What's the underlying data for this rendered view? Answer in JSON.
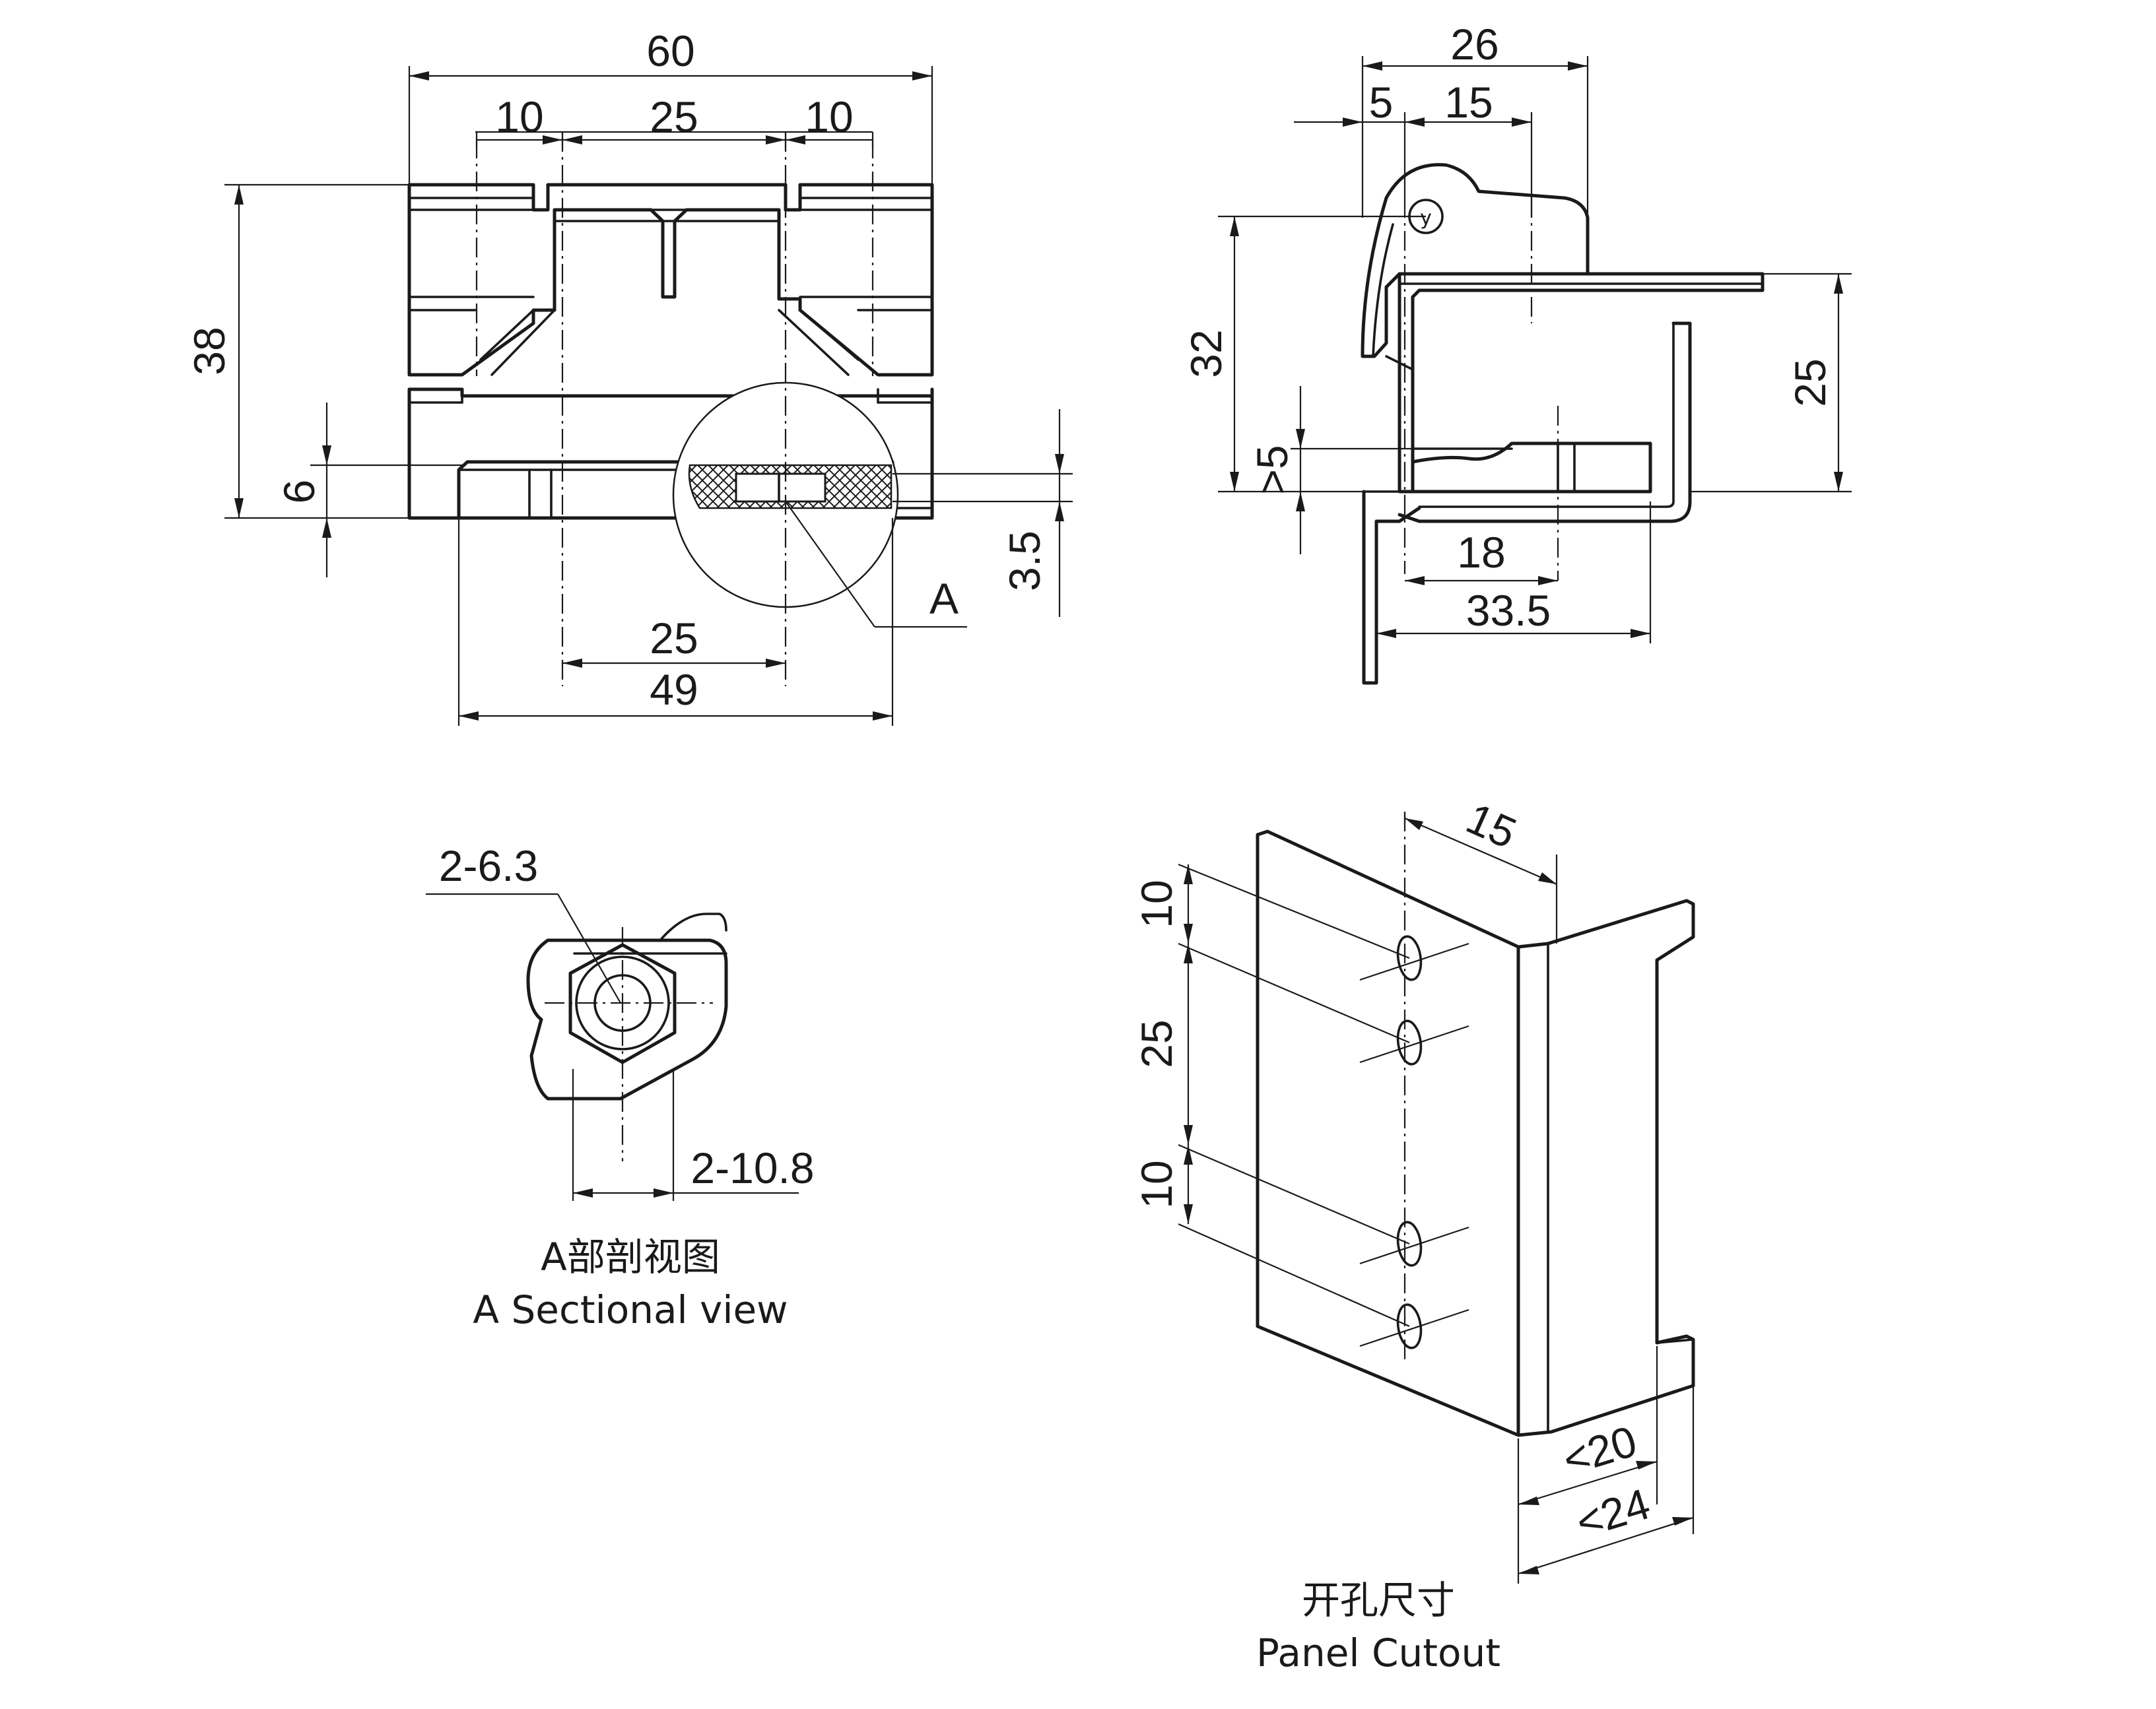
{
  "front_view": {
    "dims": {
      "d60": "60",
      "d10a": "10",
      "d25top": "25",
      "d10b": "10",
      "d38": "38",
      "d6": "6",
      "d3_5": "3.5",
      "detail_tag": "A",
      "d25bottom": "25",
      "d49": "49"
    }
  },
  "side_view": {
    "dims": {
      "d26": "26",
      "d5": "5",
      "d15": "15",
      "d32": "32",
      "d25": "25",
      "dgt5": ">5",
      "d18": "18",
      "d33_5": "33.5"
    }
  },
  "section_view": {
    "dims": {
      "hole": "2-6.3",
      "hex": "2-10.8"
    },
    "caption_cn": "A部剖视图",
    "caption_en": "A Sectional view"
  },
  "cutout_view": {
    "dims": {
      "d15": "15",
      "d10a": "10",
      "d25": "25",
      "d10b": "10",
      "lt20": "<20",
      "lt24": "<24"
    },
    "caption_cn": "开孔尺寸",
    "caption_en": "Panel Cutout"
  }
}
